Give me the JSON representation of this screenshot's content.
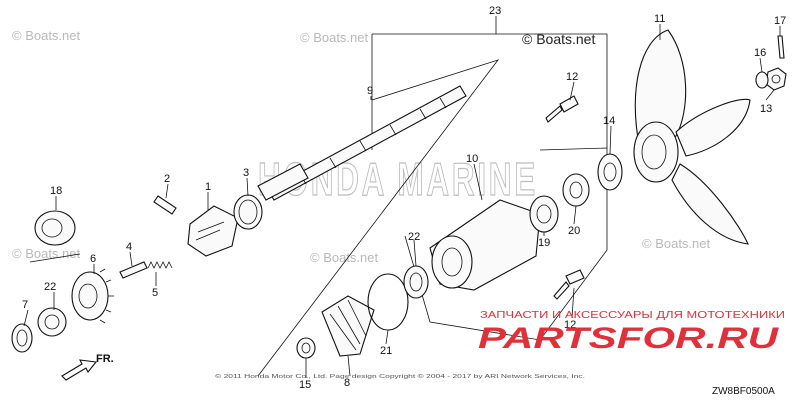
{
  "watermarks": {
    "boats_small": "© Boats.net",
    "boats_main": "© Boats.net",
    "brand_ghost": "HONDA MARINE"
  },
  "parts": [
    {
      "key": "p1",
      "label": "1"
    },
    {
      "key": "p2",
      "label": "2"
    },
    {
      "key": "p3",
      "label": "3"
    },
    {
      "key": "p4",
      "label": "4"
    },
    {
      "key": "p5",
      "label": "5"
    },
    {
      "key": "p6",
      "label": "6"
    },
    {
      "key": "p7",
      "label": "7"
    },
    {
      "key": "p8",
      "label": "8"
    },
    {
      "key": "p9",
      "label": "9"
    },
    {
      "key": "p10",
      "label": "10"
    },
    {
      "key": "p11",
      "label": "11"
    },
    {
      "key": "p12a",
      "label": "12"
    },
    {
      "key": "p12b",
      "label": "12"
    },
    {
      "key": "p13",
      "label": "13"
    },
    {
      "key": "p14",
      "label": "14"
    },
    {
      "key": "p15",
      "label": "15"
    },
    {
      "key": "p16",
      "label": "16"
    },
    {
      "key": "p17",
      "label": "17"
    },
    {
      "key": "p18",
      "label": "18"
    },
    {
      "key": "p19",
      "label": "19"
    },
    {
      "key": "p20",
      "label": "20"
    },
    {
      "key": "p21",
      "label": "21"
    },
    {
      "key": "p22a",
      "label": "22"
    },
    {
      "key": "p22b",
      "label": "22"
    },
    {
      "key": "p23",
      "label": "23"
    }
  ],
  "direction_label": "FR.",
  "store_banner": {
    "tagline": "ЗАПЧАСТИ И АКСЕССУАРЫ ДЛЯ МОТОТЕХНИКИ",
    "logo": "PARTSFOR.RU"
  },
  "fine_print": "© 2011 Honda Motor Co., Ltd. Page design Copyright © 2004 - 2017 by ARI Network Services, Inc.",
  "diagram_code": "ZW8BF0500A",
  "colors": {
    "line": "#111111",
    "watermark": "#b8b8b8",
    "brand_red": "#e0303a"
  }
}
